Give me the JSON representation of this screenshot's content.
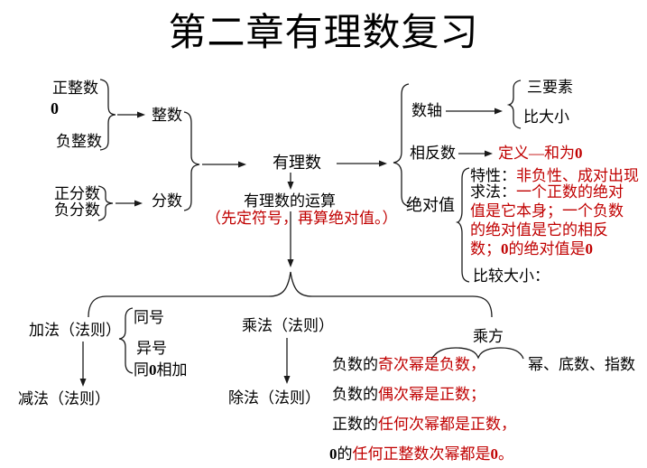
{
  "title": "第二章有理数复习",
  "colors": {
    "red": "#c00000",
    "black": "#000000",
    "line": "#1a1a1a"
  },
  "nodes": {
    "pos_int": "正整数",
    "zero": "0",
    "neg_int": "负整数",
    "integer": "整数",
    "pos_frac": "正分数",
    "neg_frac": "负分数",
    "fraction": "分数",
    "rational": "有理数",
    "operations": "有理数的运算",
    "operations_note": "（先定符号，再算绝对值。）",
    "number_line": "数轴",
    "three_elements": "三要素",
    "compare": "比大小",
    "opposite": "相反数",
    "abs": "绝对值",
    "abs_compare": "比较大小：",
    "addition": "加法（法则）",
    "same_sign": "同号",
    "diff_sign": "异号",
    "subtraction": "减法（法则）",
    "multiplication": "乘法（法则）",
    "division": "除法（法则）",
    "power": "乘方",
    "power_terms": "幂、底数、指数"
  },
  "rich": {
    "opposite_def": [
      {
        "t": "定义—和为",
        "c": "red"
      },
      {
        "t": "0",
        "c": "red",
        "b": true
      }
    ],
    "with_zero": [
      {
        "t": "同",
        "c": "black"
      },
      {
        "t": "0",
        "c": "black",
        "b": true
      },
      {
        "t": "相加",
        "c": "black"
      }
    ],
    "abs_line1": [
      {
        "t": "特性：",
        "c": "black"
      },
      {
        "t": "非负性、成对出现",
        "c": "red"
      }
    ],
    "abs_line2": [
      {
        "t": "求法：",
        "c": "black"
      },
      {
        "t": "一个正数的绝对",
        "c": "red"
      }
    ],
    "abs_line3": [
      {
        "t": "值是它本身；一个负数",
        "c": "red"
      }
    ],
    "abs_line4": [
      {
        "t": "的绝对值是它的相反",
        "c": "red"
      }
    ],
    "abs_line5": [
      {
        "t": "数；",
        "c": "red"
      },
      {
        "t": "0",
        "c": "red",
        "b": true
      },
      {
        "t": "的绝对值是",
        "c": "red"
      },
      {
        "t": "0",
        "c": "red",
        "b": true
      }
    ],
    "pow_line1": [
      {
        "t": "负数的",
        "c": "black"
      },
      {
        "t": "奇次幂是负数，",
        "c": "red"
      }
    ],
    "pow_line2": [
      {
        "t": "负数的",
        "c": "black"
      },
      {
        "t": "偶次幂是正数；",
        "c": "red"
      }
    ],
    "pow_line3": [
      {
        "t": "正数的",
        "c": "black"
      },
      {
        "t": "任何次幂都是正数，",
        "c": "red"
      }
    ],
    "pow_line4": [
      {
        "t": "0",
        "c": "black",
        "b": true
      },
      {
        "t": "的",
        "c": "black"
      },
      {
        "t": "任何正整数次幂都是",
        "c": "red"
      },
      {
        "t": "0",
        "c": "red",
        "b": true
      },
      {
        "t": "。",
        "c": "red"
      }
    ]
  }
}
